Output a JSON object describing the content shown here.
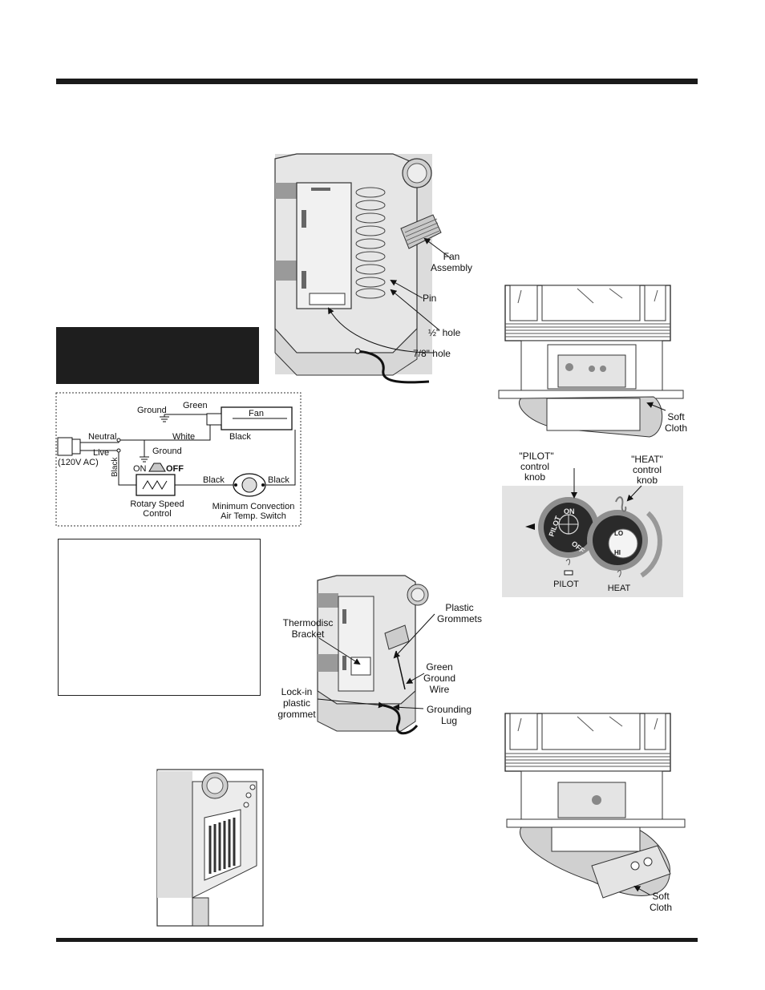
{
  "fan_figure": {
    "fan_assembly": [
      "Fan",
      "Assembly"
    ],
    "pin": "Pin",
    "half_hole": "½\" hole",
    "seven_eighths_hole": "7/8\" hole"
  },
  "wiring_diagram": {
    "ground_top": "Ground",
    "green": "Green",
    "fan": "Fan",
    "neutral": "Neutral",
    "white": "White",
    "black_fan": "Black",
    "live": "Live",
    "ground_mid": "Ground",
    "voltage": "(120V AC)",
    "black_vertical": "Black",
    "on": "ON",
    "off": "OFF",
    "black_left": "Black",
    "black_right": "Black",
    "rotary_speed_control": [
      "Rotary Speed",
      "Control"
    ],
    "min_convection_switch": [
      "Minimum Convection",
      "Air Temp. Switch"
    ]
  },
  "stove_figure_top": {
    "soft_cloth": [
      "Soft",
      "Cloth"
    ]
  },
  "control_knobs": {
    "pilot_knob_label": [
      "\"PILOT\"",
      "control",
      "knob"
    ],
    "heat_knob_label": [
      "\"HEAT\"",
      "control",
      "knob"
    ],
    "pilot": "PILOT",
    "heat": "HEAT",
    "pilot_ring_text": "PILOT",
    "on": "ON",
    "off": "OFF",
    "lo": "LO",
    "hi": "HI"
  },
  "thermodisc_figure": {
    "thermodisc_bracket": [
      "Thermodisc",
      "Bracket"
    ],
    "plastic_grommets": [
      "Plastic",
      "Grommets"
    ],
    "green_ground_wire": [
      "Green",
      "Ground",
      "Wire"
    ],
    "lock_in_grommet": [
      "Lock-in",
      "plastic",
      "grommet"
    ],
    "grounding_lug": [
      "Grounding",
      "Lug"
    ]
  },
  "stove_figure_bottom": {
    "soft_cloth": [
      "Soft",
      "Cloth"
    ]
  }
}
